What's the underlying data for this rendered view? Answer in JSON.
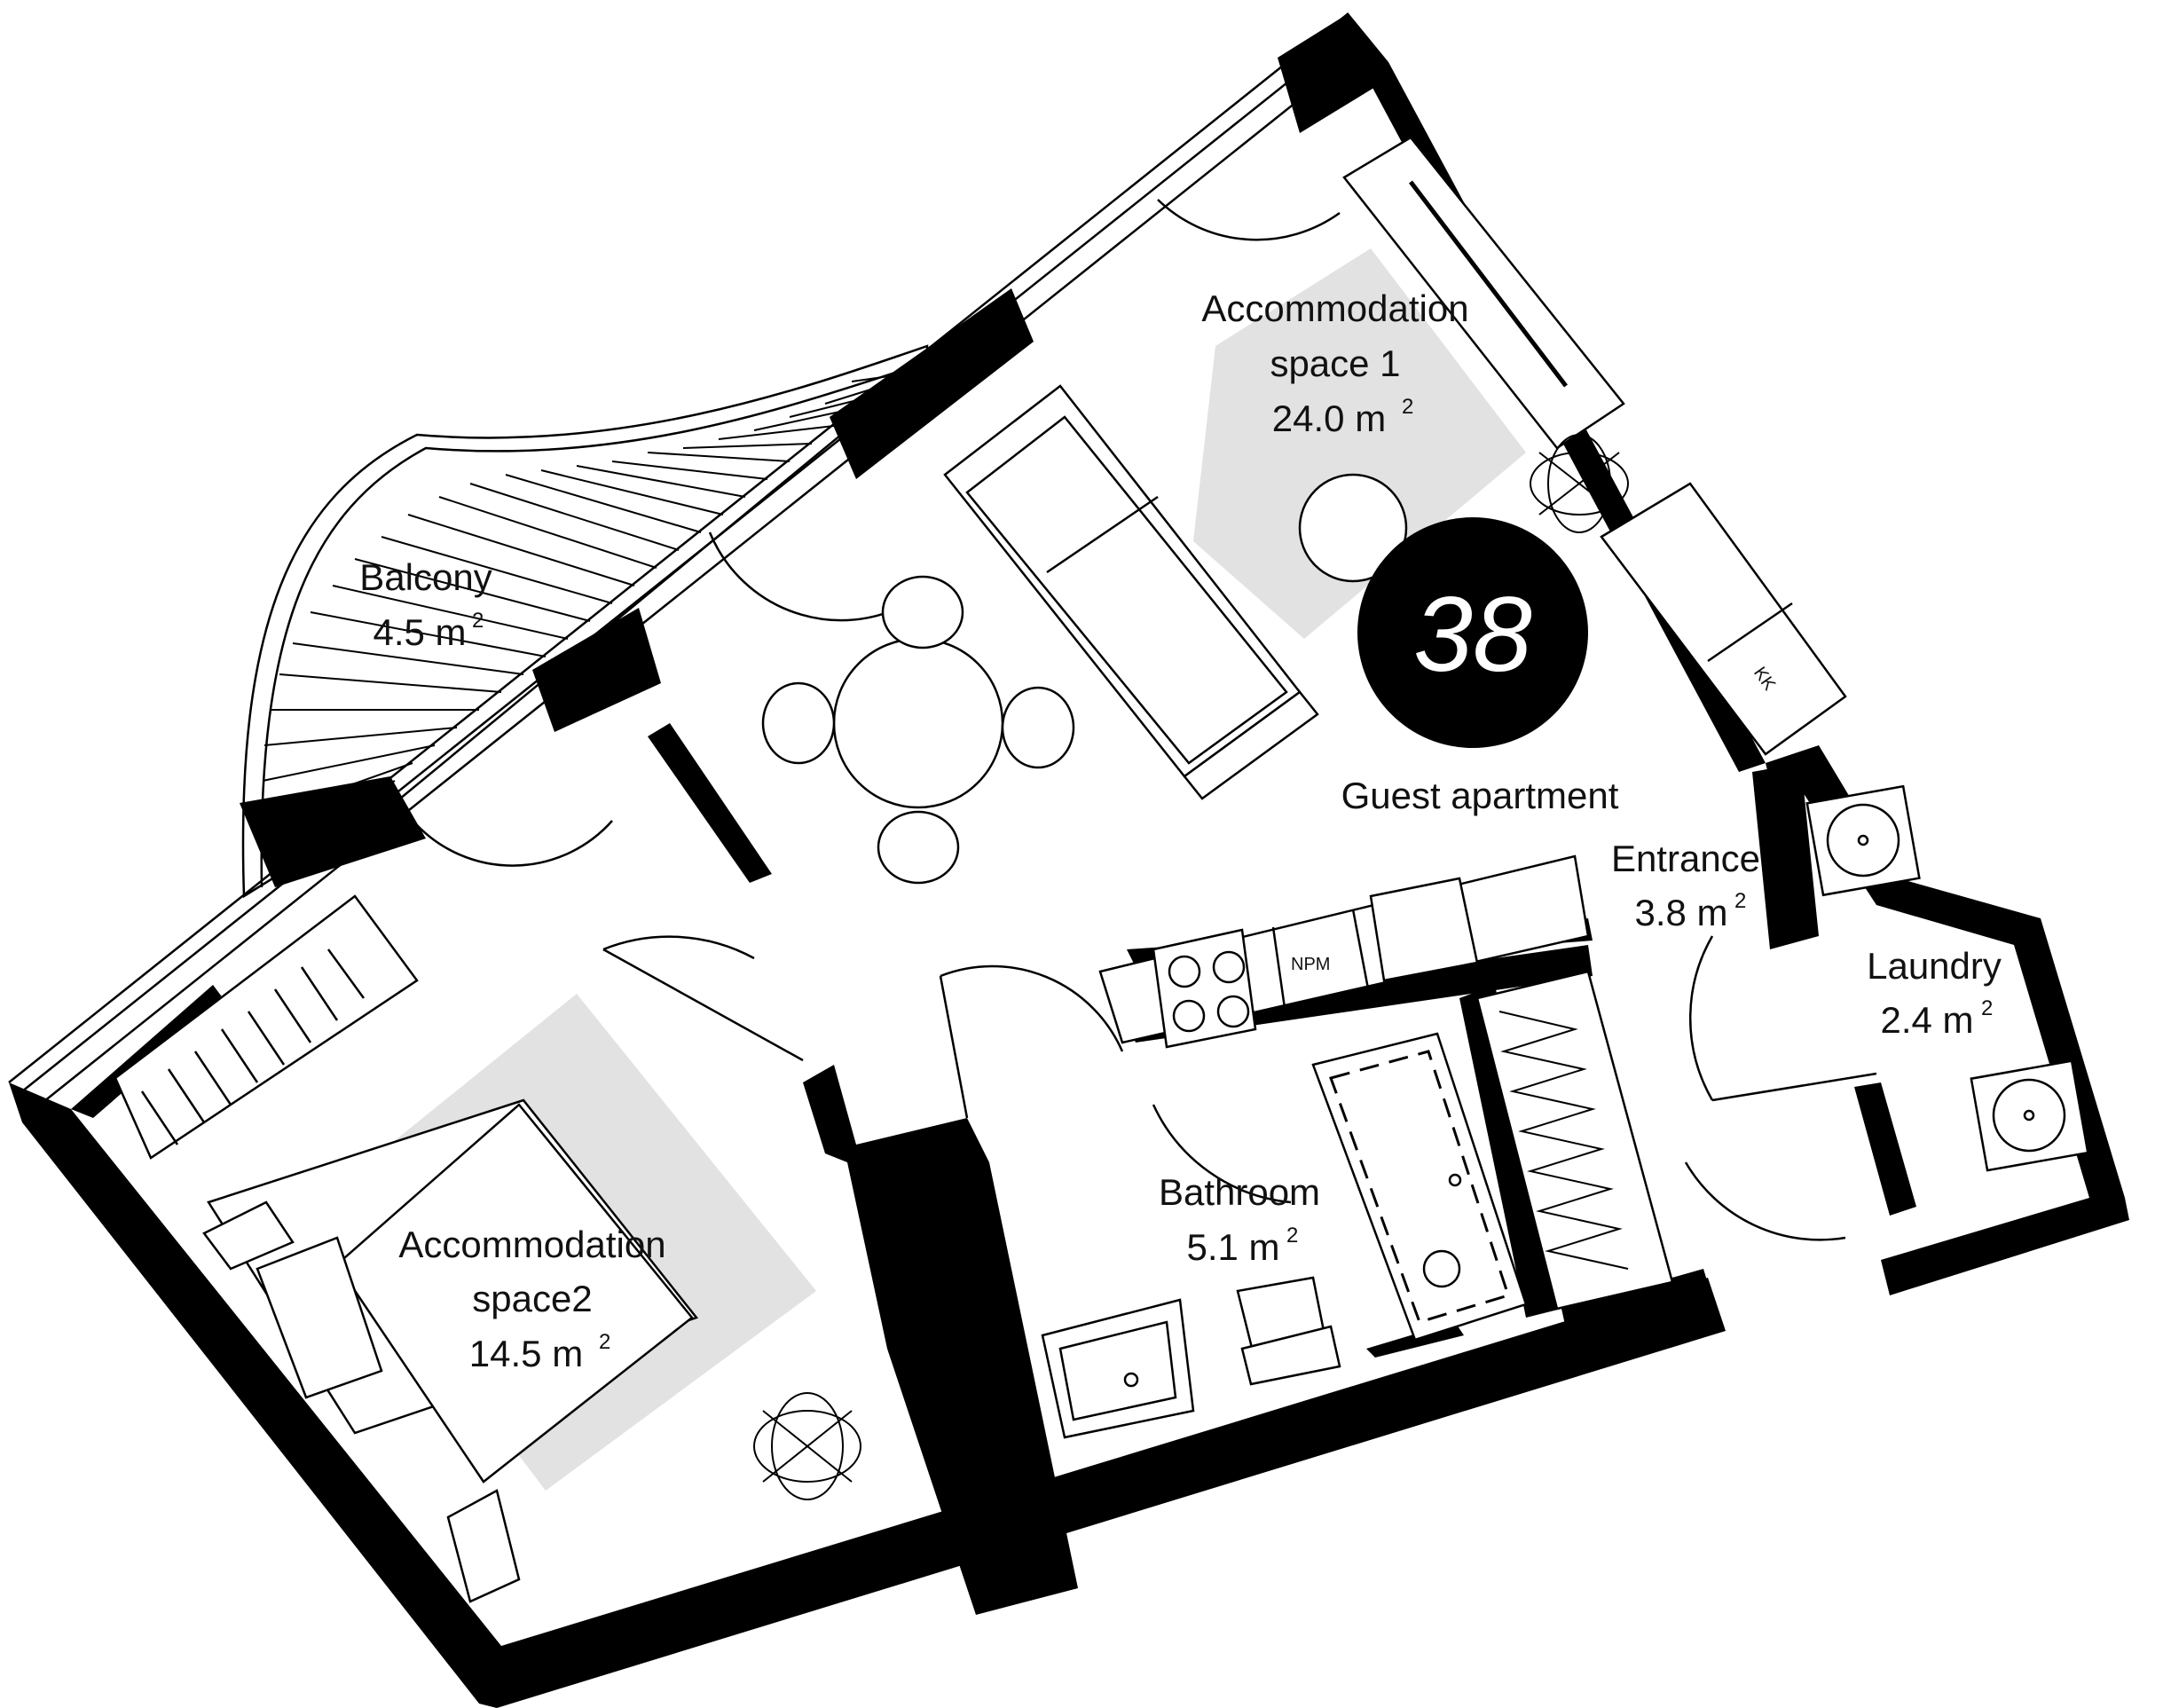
{
  "badge": {
    "number": "38",
    "color": "#000000"
  },
  "apartment_type": "Guest apartment",
  "rooms": [
    {
      "id": "accommodation-1",
      "name_line1": "Accommodation",
      "name_line2": "space 1",
      "area_value": "24.0 m",
      "area_sup": "2"
    },
    {
      "id": "accommodation-2",
      "name_line1": "Accommodation",
      "name_line2": "space2",
      "area_value": "14.5 m",
      "area_sup": "2"
    },
    {
      "id": "balcony",
      "name_line1": "Balcony",
      "area_value": "4.5 m",
      "area_sup": "2"
    },
    {
      "id": "entrance",
      "name_line1": "Entrance",
      "area_value": "3.8 m",
      "area_sup": "2"
    },
    {
      "id": "laundry",
      "name_line1": "Laundry",
      "area_value": "2.4 m",
      "area_sup": "2"
    },
    {
      "id": "bathroom",
      "name_line1": "Bathroom",
      "area_value": "5.1 m",
      "area_sup": "2"
    }
  ],
  "fixtures": {
    "dishwasher_label": "NPM",
    "fridge_label": "KK"
  },
  "colors": {
    "wall": "#000000",
    "rug": "#e2e2e2",
    "background": "#ffffff"
  }
}
